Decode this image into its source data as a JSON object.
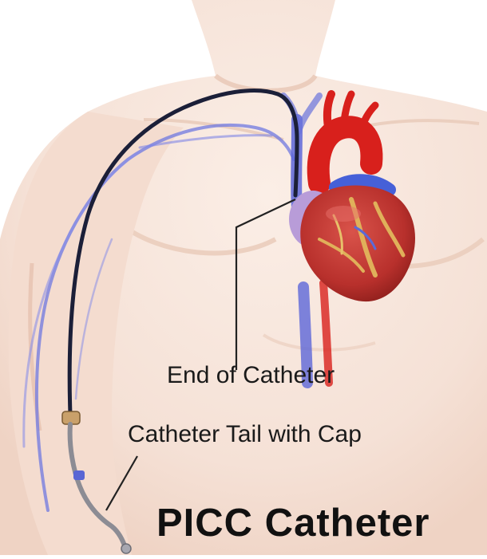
{
  "labels": {
    "end_of_catheter": "End of Catheter",
    "catheter_tail": "Catheter Tail with Cap"
  },
  "title": "PICC Catheter",
  "colors": {
    "skin": "#f7e6dc",
    "skin_shadow": "#eccbb9",
    "vein": "#6f78e0",
    "catheter": "#1b1f38",
    "heart_red": "#c73a35",
    "artery_red": "#d8201c",
    "atrium_purple": "#b89cd8",
    "fat_yellow": "#e0b05a",
    "pointer_line": "#222222"
  },
  "icons": [
    "heart-illustration",
    "torso-illustration",
    "arm-illustration",
    "catheter-cap-icon"
  ]
}
